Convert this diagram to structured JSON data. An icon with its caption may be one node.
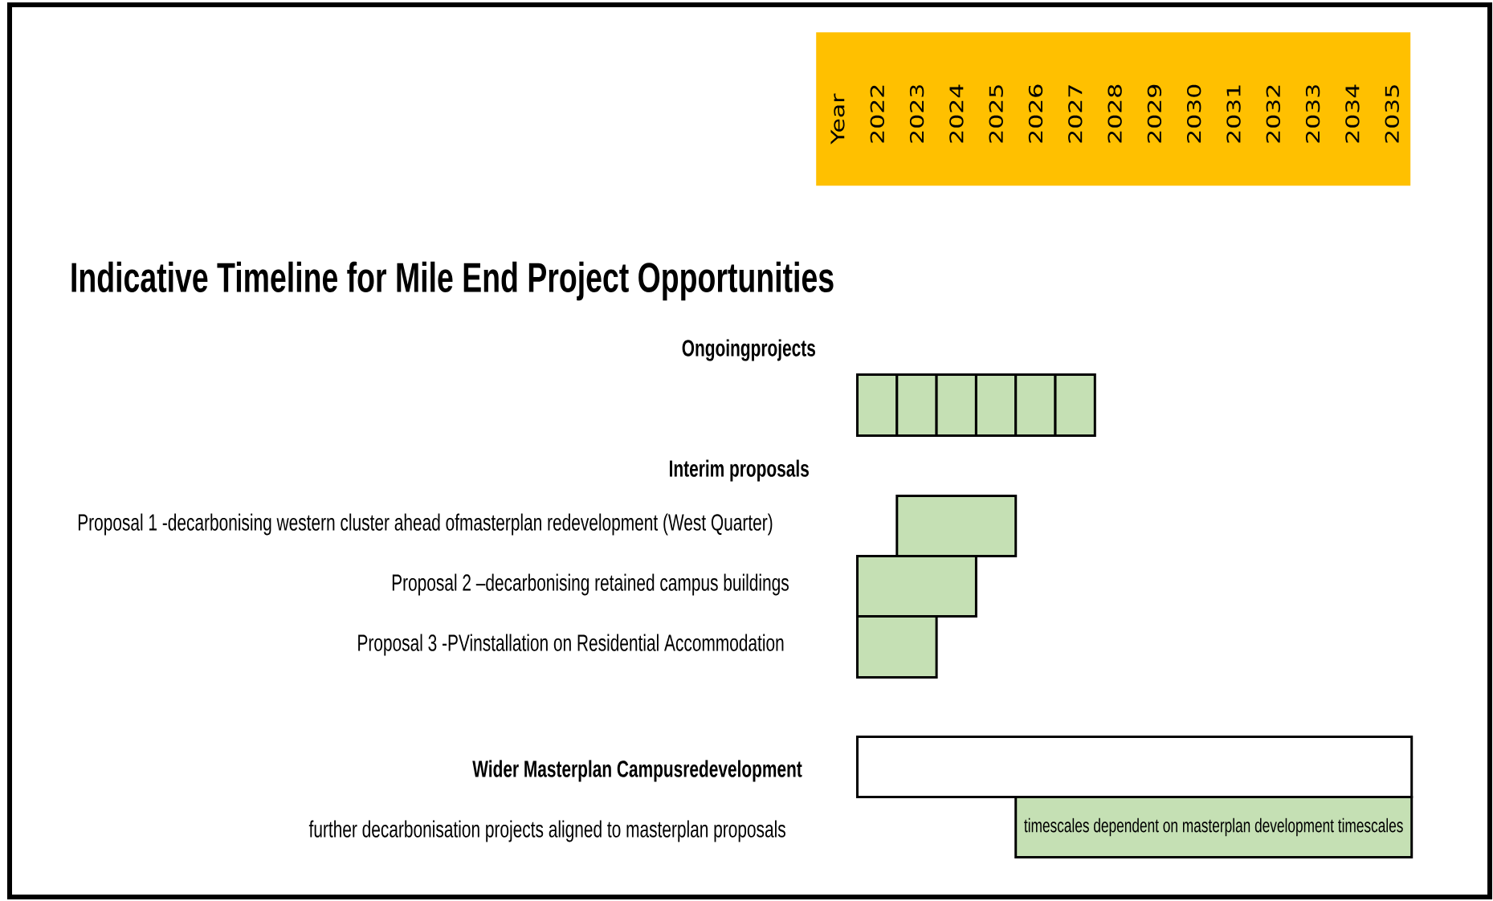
{
  "diagram": {
    "title": "Indicative Timeline for Mile End Project Opportunities",
    "nodes": [
      {
        "text": [
          "Year",
          "2022",
          "2023",
          "2024",
          "2025",
          "2026",
          "2027",
          "2028",
          "2029",
          "2030",
          "2031",
          "2032",
          "2033",
          "2034",
          "2035"
        ]
      },
      {
        "text": [],
        "shape": "box"
      },
      {
        "text": [],
        "shape": "box"
      },
      {
        "text": [],
        "shape": "box"
      },
      {
        "text": [],
        "shape": "box"
      },
      {
        "text": [],
        "shape": "box"
      },
      {
        "text": [],
        "shape": "box"
      },
      {
        "text": [],
        "shape": "box"
      },
      {
        "text": [],
        "shape": "box"
      },
      {
        "text": [],
        "shape": "box"
      },
      {
        "text": [],
        "shape": "box"
      },
      {
        "text": [
          "timescales dependent on masterplan development timescales"
        ]
      }
    ],
    "labels": [
      "Ongoingprojects",
      "Interim proposals",
      "Proposal 1 -decarbonising western cluster ahead ofmasterplan redevelopment (West Quarter)",
      "Proposal 2 –decarbonising retained campus buildings",
      "Proposal 3 -PVinstallation on Residential Accommodation",
      "Wider Masterplan Campusredevelopment",
      "further decarbonisation projects aligned to masterplan proposals"
    ]
  }
}
